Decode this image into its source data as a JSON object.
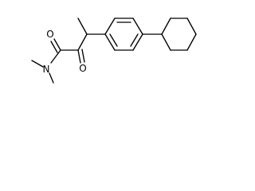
{
  "molecule": {
    "atoms": {
      "amide_oxygen": "O",
      "keto_oxygen": "O",
      "amide_nitrogen": "N"
    }
  },
  "colors": {
    "background": "#ffffff",
    "bond": "#000000",
    "label": "#000000"
  }
}
